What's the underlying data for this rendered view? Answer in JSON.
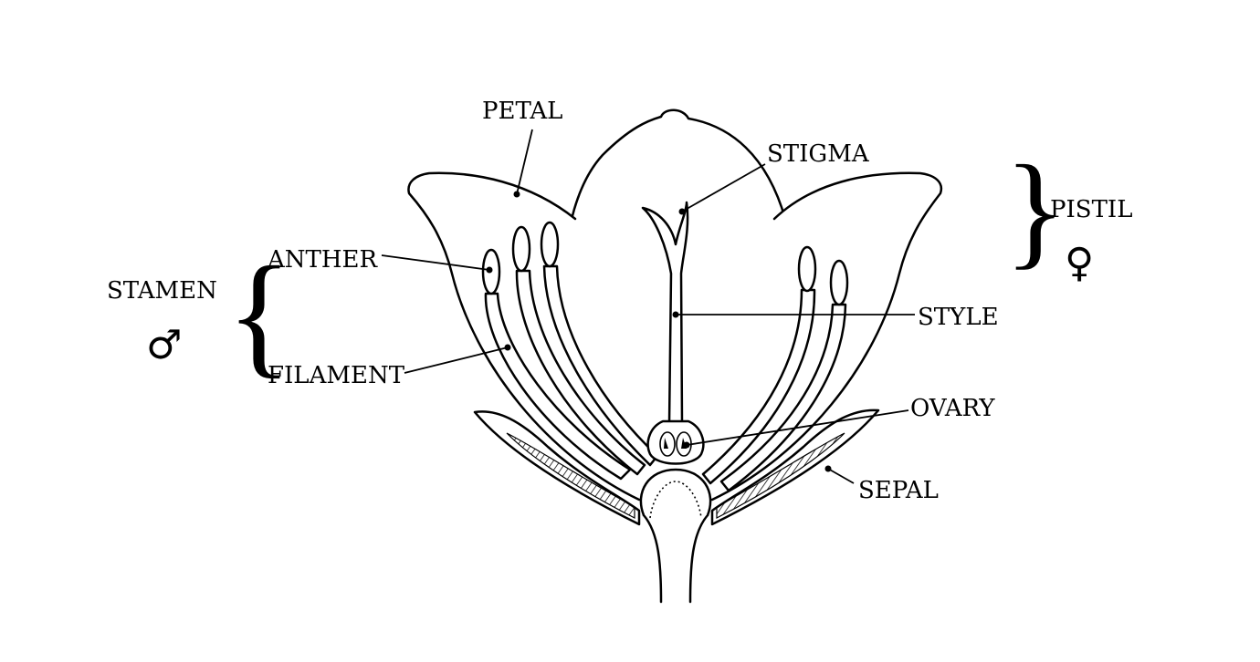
{
  "labels": {
    "petal": "PETAL",
    "stigma": "STIGMA",
    "pistil": "PISTIL",
    "anther": "ANTHER",
    "stamen": "STAMEN",
    "filament": "FILAMENT",
    "style": "STYLE",
    "ovary": "OVARY",
    "sepal": "SEPAL"
  },
  "symbols": {
    "male": "♂",
    "female": "♀",
    "left_brace": "{",
    "right_brace": "}"
  },
  "colors": {
    "line": "#000000",
    "background": "#ffffff"
  }
}
